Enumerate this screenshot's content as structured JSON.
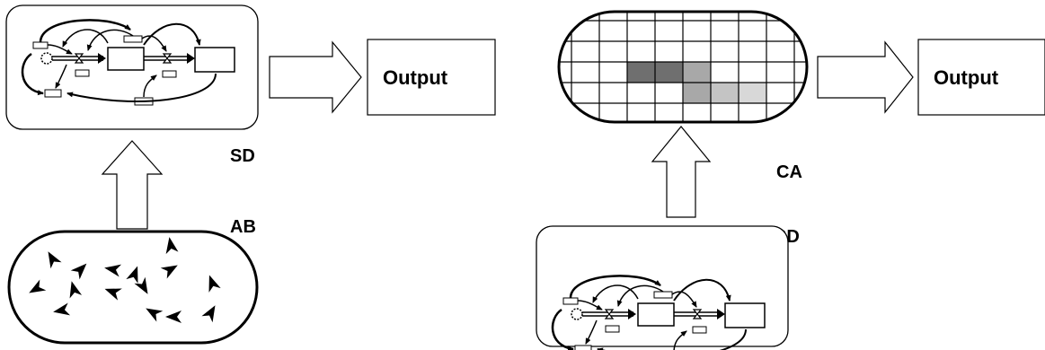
{
  "labels": {
    "output_left": "Output",
    "output_right": "Output",
    "sd_left": "SD",
    "ab": "AB",
    "ca": "CA",
    "sd_right": "SD"
  },
  "colors": {
    "ca_dark": "#6f6f6f",
    "ca_mid": "#a8a8a8",
    "ca_light": "#d2d2d2"
  }
}
